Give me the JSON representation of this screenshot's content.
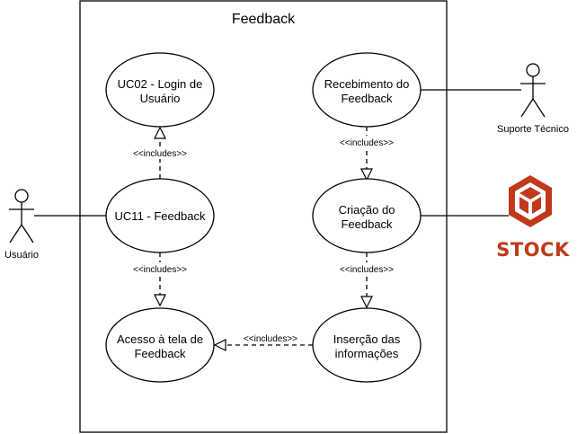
{
  "system": {
    "title": "Feedback"
  },
  "use_cases": {
    "login": [
      "UC02 - Login de",
      "Usuário"
    ],
    "feedback": [
      "UC11 - Feedback"
    ],
    "acesso": [
      "Acesso à tela de",
      "Feedback"
    ],
    "recebimento": [
      "Recebimento do",
      "Feedback"
    ],
    "criacao": [
      "Criação do",
      "Feedback"
    ],
    "insercao": [
      "Inserção das",
      "informações"
    ]
  },
  "relations": {
    "feedback_login": "<<includes>>",
    "feedback_acesso": "<<includes>>",
    "recebimento_criacao": "<<includes>>",
    "criacao_insercao": "<<includes>>",
    "insercao_acesso": "<<includes>>"
  },
  "actors": {
    "usuario": "Usuário",
    "suporte": "Suporte Técnico"
  },
  "logo": {
    "text": "STOCK",
    "color": "#c0391b"
  }
}
